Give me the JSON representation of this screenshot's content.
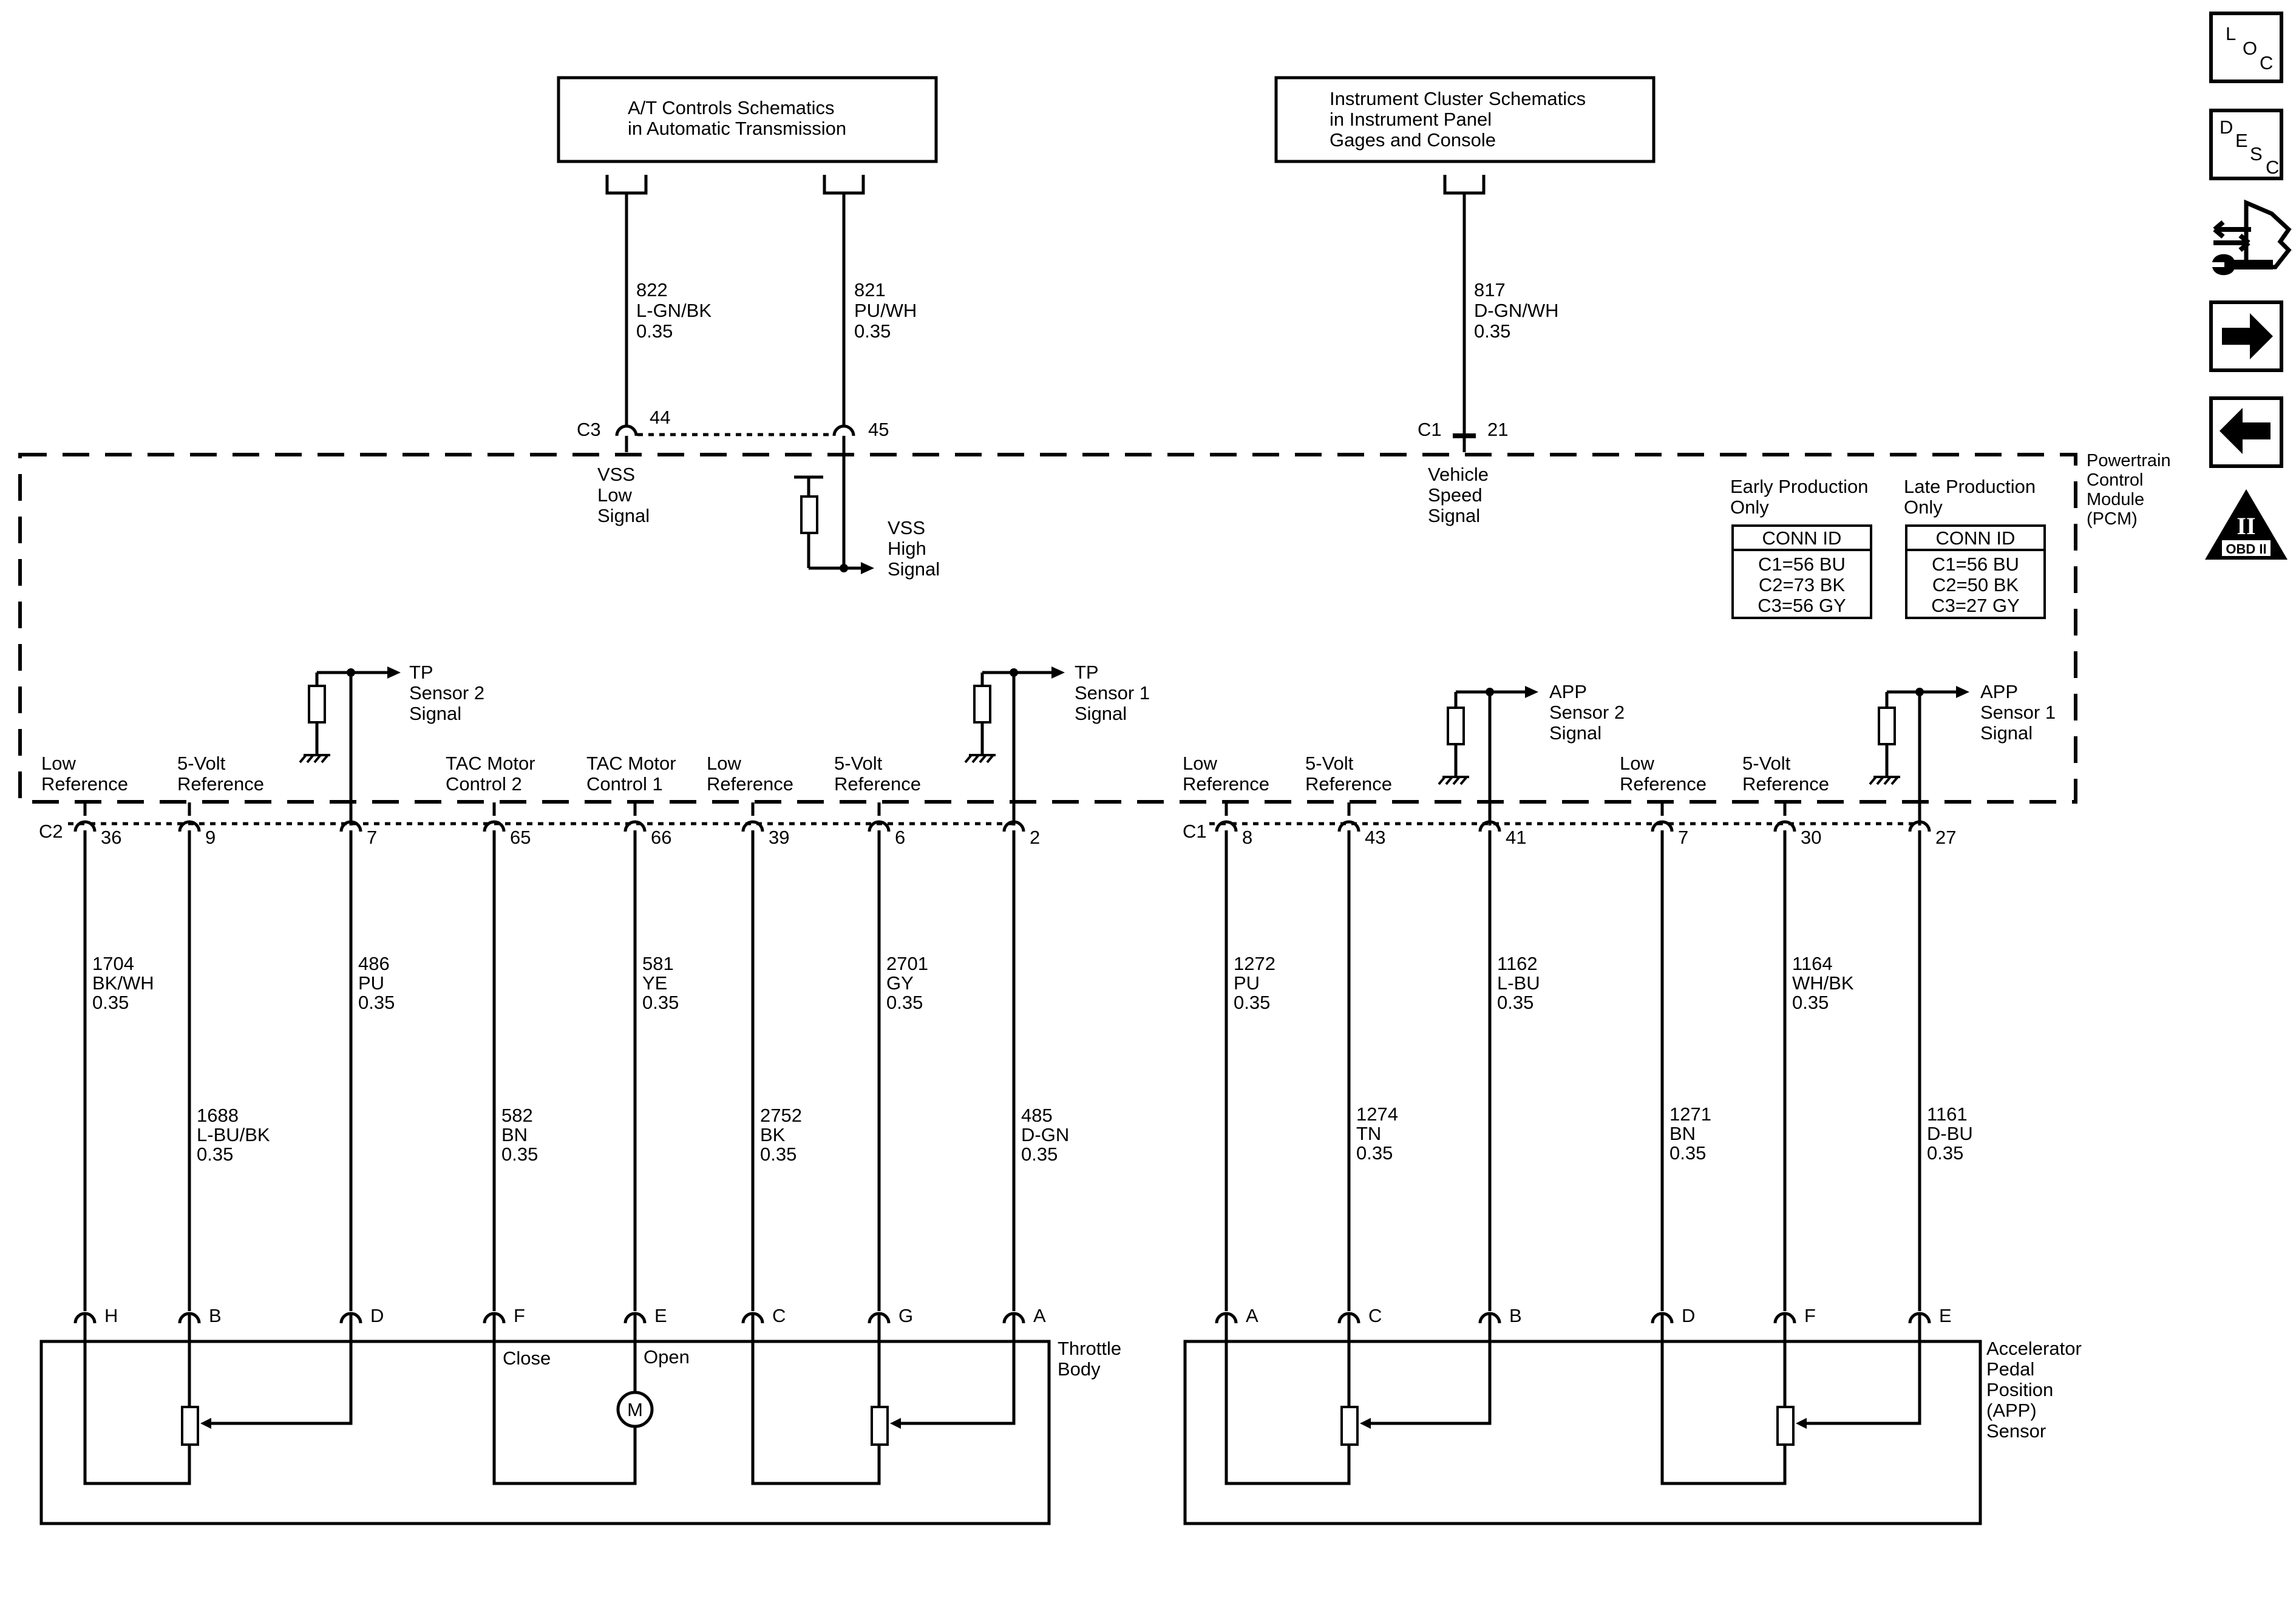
{
  "ref_boxes": {
    "at": [
      "A/T Controls Schematics",
      "in Automatic Transmission"
    ],
    "ic": [
      "Instrument Cluster Schematics",
      "in Instrument Panel",
      "Gages and Console"
    ]
  },
  "top_wires": [
    {
      "circuit": "822",
      "color": "L-GN/BK",
      "size": "0.35"
    },
    {
      "circuit": "821",
      "color": "PU/WH",
      "size": "0.35"
    },
    {
      "circuit": "817",
      "color": "D-GN/WH",
      "size": "0.35"
    }
  ],
  "top_connectors": {
    "c3": "C3",
    "c3_pin44": "44",
    "c3_pin45": "45",
    "c1": "C1",
    "c1_pin21": "21"
  },
  "pcm_signals": {
    "vss_low": [
      "VSS",
      "Low",
      "Signal"
    ],
    "vss_high": [
      "VSS",
      "High",
      "Signal"
    ],
    "vehicle_speed": [
      "Vehicle",
      "Speed",
      "Signal"
    ],
    "tp2": [
      "TP",
      "Sensor 2",
      "Signal"
    ],
    "tp1": [
      "TP",
      "Sensor 1",
      "Signal"
    ],
    "app2": [
      "APP",
      "Sensor 2",
      "Signal"
    ],
    "app1": [
      "APP",
      "Sensor 1",
      "Signal"
    ]
  },
  "module": {
    "name_lines": [
      "Powertrain",
      "Control",
      "Module",
      "(PCM)"
    ]
  },
  "conn_tables": {
    "early": {
      "title": [
        "Early Production",
        "Only"
      ],
      "header": "CONN ID",
      "rows": [
        "C1=56 BU",
        "C2=73 BK",
        "C3=56 GY"
      ]
    },
    "late": {
      "title": [
        "Late Production",
        "Only"
      ],
      "header": "CONN ID",
      "rows": [
        "C1=56 BU",
        "C2=50 BK",
        "C3=27 GY"
      ]
    }
  },
  "left_connector": "C2",
  "right_connector": "C1",
  "left_circuits": [
    {
      "func": [
        "Low",
        "Reference"
      ],
      "pin": "36",
      "circuit": "1704",
      "color": "BK/WH",
      "size": "0.35",
      "terminal": "H"
    },
    {
      "func": [
        "5-Volt",
        "Reference"
      ],
      "pin": "9",
      "circuit": "1688",
      "color": "L-BU/BK",
      "size": "0.35",
      "terminal": "B"
    },
    {
      "func": [
        "",
        ""
      ],
      "pin": "7",
      "circuit": "486",
      "color": "PU",
      "size": "0.35",
      "terminal": "D"
    },
    {
      "func": [
        "TAC Motor",
        "Control 2"
      ],
      "pin": "65",
      "circuit": "582",
      "color": "BN",
      "size": "0.35",
      "terminal": "F"
    },
    {
      "func": [
        "TAC Motor",
        "Control 1"
      ],
      "pin": "66",
      "circuit": "581",
      "color": "YE",
      "size": "0.35",
      "terminal": "E"
    },
    {
      "func": [
        "Low",
        "Reference"
      ],
      "pin": "39",
      "circuit": "2752",
      "color": "BK",
      "size": "0.35",
      "terminal": "C"
    },
    {
      "func": [
        "5-Volt",
        "Reference"
      ],
      "pin": "6",
      "circuit": "2701",
      "color": "GY",
      "size": "0.35",
      "terminal": "G"
    },
    {
      "func": [
        "",
        ""
      ],
      "pin": "2",
      "circuit": "485",
      "color": "D-GN",
      "size": "0.35",
      "terminal": "A"
    }
  ],
  "right_circuits": [
    {
      "func": [
        "Low",
        "Reference"
      ],
      "pin": "8",
      "circuit": "1272",
      "color": "PU",
      "size": "0.35",
      "terminal": "A"
    },
    {
      "func": [
        "5-Volt",
        "Reference"
      ],
      "pin": "43",
      "circuit": "1274",
      "color": "TN",
      "size": "0.35",
      "terminal": "C"
    },
    {
      "func": [
        "",
        ""
      ],
      "pin": "41",
      "circuit": "1162",
      "color": "L-BU",
      "size": "0.35",
      "terminal": "B"
    },
    {
      "func": [
        "Low",
        "Reference"
      ],
      "pin": "7",
      "circuit": "1271",
      "color": "BN",
      "size": "0.35",
      "terminal": "D"
    },
    {
      "func": [
        "5-Volt",
        "Reference"
      ],
      "pin": "30",
      "circuit": "1164",
      "color": "WH/BK",
      "size": "0.35",
      "terminal": "F"
    },
    {
      "func": [
        "",
        ""
      ],
      "pin": "27",
      "circuit": "1161",
      "color": "D-BU",
      "size": "0.35",
      "terminal": "E"
    }
  ],
  "throttle_body": {
    "name": [
      "Throttle",
      "Body"
    ],
    "close": "Close",
    "open": "Open",
    "motor": "M"
  },
  "app_sensor": {
    "name": [
      "Accelerator",
      "Pedal",
      "Position",
      "(APP)",
      "Sensor"
    ]
  },
  "side_nav": {
    "loc": [
      "L",
      "O",
      "C"
    ],
    "desc": [
      "D",
      "E",
      "S",
      "C"
    ],
    "obd_numeral": "II",
    "obd_text": "OBD II",
    "icons": [
      "loc-icon",
      "desc-icon",
      "connector-tools-icon",
      "next-arrow-icon",
      "back-arrow-icon",
      "obd2-icon"
    ]
  }
}
